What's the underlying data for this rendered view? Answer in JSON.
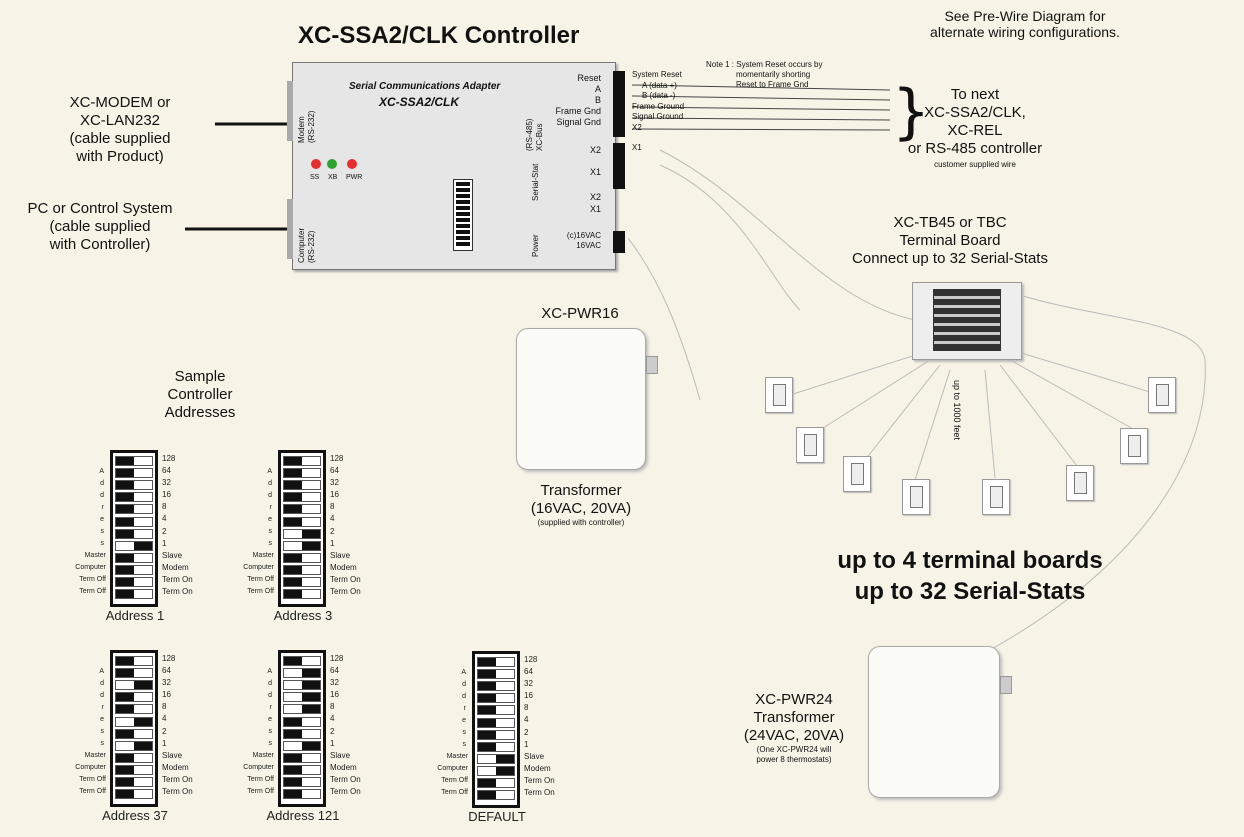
{
  "title": "XC-SSA2/CLK Controller",
  "prewire_note": [
    "See Pre-Wire Diagram for",
    "alternate wiring configurations."
  ],
  "left_labels": {
    "modem": [
      "XC-MODEM or",
      "XC-LAN232",
      "(cable supplied",
      "with Product)"
    ],
    "pc": [
      "PC or Control System",
      "(cable supplied",
      "with Controller)"
    ]
  },
  "controller": {
    "header": "Serial Communications Adapter",
    "model": "XC-SSA2/CLK",
    "modem_port": [
      "Modem",
      "(RS-232)"
    ],
    "computer_port": [
      "Computer",
      "(RS-232)"
    ],
    "rs485": [
      "(RS-485)",
      "XC-Bus"
    ],
    "serial_stat": "Serial-Stat",
    "power": "Power",
    "leds": [
      "SS",
      "XB",
      "PWR"
    ],
    "led_colors": [
      "#e03030",
      "#30a030",
      "#e03030"
    ],
    "terminals": [
      "Reset",
      "A",
      "B",
      "Frame Gnd",
      "Signal Gnd",
      "X2",
      "X1",
      "X2",
      "X1"
    ],
    "power_terminals": [
      "(c)16VAC",
      "16VAC"
    ]
  },
  "wiring": {
    "note": [
      "Note 1 : System Reset occurs by",
      "momentarily shorting",
      "Reset to Frame Gnd"
    ],
    "wires": [
      "System Reset",
      "A (data +)",
      "B (data -)",
      "Frame Ground",
      "Signal Ground",
      "X2",
      "X1"
    ]
  },
  "next_controller": {
    "lines": [
      "To next",
      "XC-SSA2/CLK,",
      "XC-REL",
      "or RS-485 controller"
    ],
    "sub": "customer supplied wire"
  },
  "terminal_board": [
    "XC-TB45 or TBC",
    "Terminal Board",
    "Connect up to 32 Serial-Stats"
  ],
  "distance": "up to 1000 feet",
  "pwr16": {
    "name": "XC-PWR16",
    "lines": [
      "Transformer",
      "(16VAC, 20VA)"
    ],
    "sub": "(supplied with controller)"
  },
  "pwr24": {
    "lines": [
      "XC-PWR24",
      "Transformer",
      "(24VAC, 20VA)"
    ],
    "sub": [
      "(One XC-PWR24 will",
      "power 8 thermostats)"
    ]
  },
  "capacity": [
    "up to 4 terminal boards",
    "up to 32 Serial-Stats"
  ],
  "sample_title": [
    "Sample",
    "Controller",
    "Addresses"
  ],
  "dip_labels": {
    "address_letters": [
      "A",
      "d",
      "d",
      "r",
      "e",
      "s",
      "s"
    ],
    "left_functions": [
      "Master",
      "Computer",
      "Term Off",
      "Term Off"
    ],
    "right_values": [
      "128",
      "64",
      "32",
      "16",
      "8",
      "4",
      "2",
      "1",
      "Slave",
      "Modem",
      "Term On",
      "Term On"
    ]
  },
  "dip_switches": [
    {
      "caption": "Address 1",
      "on": [
        false,
        false,
        false,
        false,
        false,
        false,
        false,
        true,
        false,
        false,
        false,
        false
      ]
    },
    {
      "caption": "Address 3",
      "on": [
        false,
        false,
        false,
        false,
        false,
        false,
        true,
        true,
        false,
        false,
        false,
        false
      ]
    },
    {
      "caption": "Address 37",
      "on": [
        false,
        false,
        true,
        false,
        false,
        true,
        false,
        true,
        false,
        false,
        false,
        false
      ]
    },
    {
      "caption": "Address 121",
      "on": [
        false,
        true,
        true,
        true,
        true,
        false,
        false,
        true,
        false,
        false,
        false,
        false
      ]
    },
    {
      "caption": "DEFAULT",
      "on": [
        false,
        false,
        false,
        false,
        false,
        false,
        false,
        false,
        true,
        true,
        false,
        false
      ]
    }
  ]
}
